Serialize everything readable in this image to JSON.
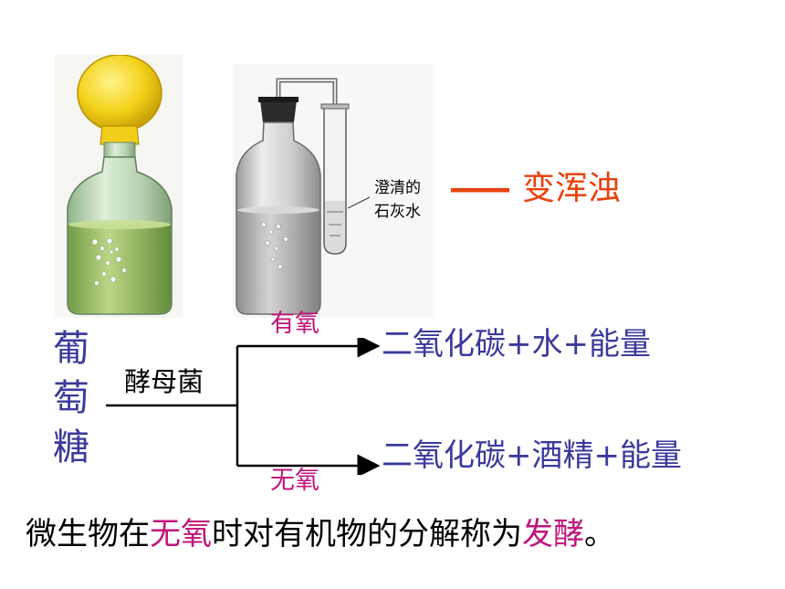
{
  "colors": {
    "blue": "#3a3a9c",
    "magenta": "#c0157c",
    "orange": "#e8420c",
    "line": "#000000"
  },
  "figure_right": {
    "label_line1": "澄清的",
    "label_line2": "石灰水"
  },
  "turbid": {
    "dash": "——",
    "text": "变浑浊"
  },
  "diagram": {
    "substrate": [
      "葡",
      "萄",
      "糖"
    ],
    "agent": "酵母菌",
    "aerobic": {
      "condition": "有氧",
      "products": "二氧化碳+水+能量"
    },
    "anaerobic": {
      "condition": "无氧",
      "products": "二氧化碳+酒精+能量"
    }
  },
  "definition": {
    "part1": "微生物在",
    "part2": "无氧",
    "part3": "时对有机物的分解称为",
    "part4": "发酵",
    "part5": "。"
  }
}
